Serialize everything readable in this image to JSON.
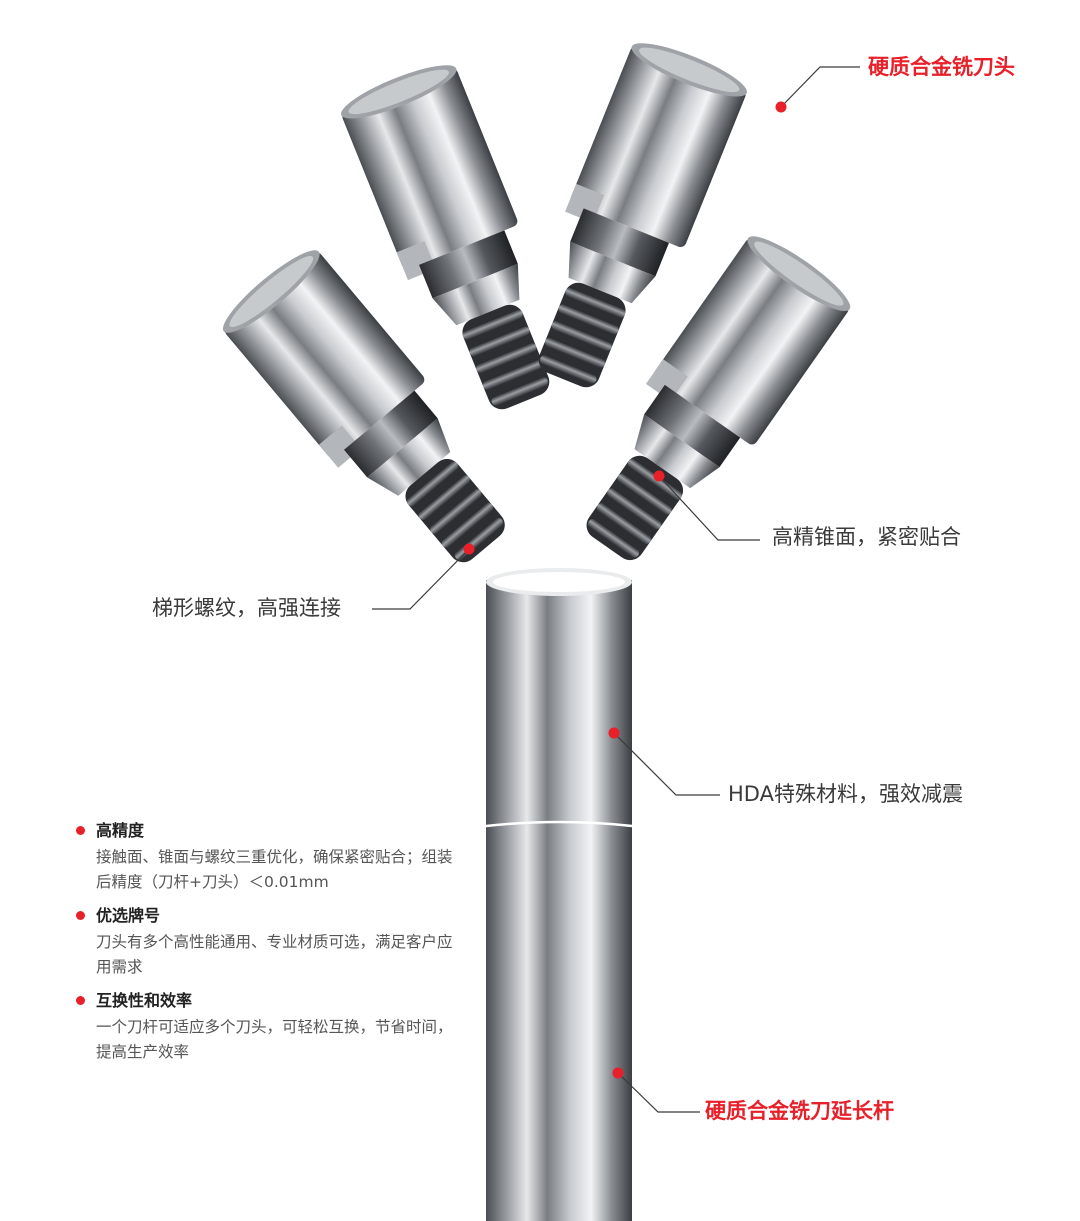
{
  "colors": {
    "accent": "#e8202a",
    "text": "#3a3a3a",
    "muted": "#555555"
  },
  "callouts": {
    "head": "硬质合金铣刀头",
    "cone": "高精锥面，紧密贴合",
    "thread": "梯形螺纹，高强连接",
    "material": "HDA特殊材料，强效减震",
    "shank": "硬质合金铣刀延长杆"
  },
  "features": [
    {
      "title": "高精度",
      "desc": "接触面、锥面与螺纹三重优化，确保紧密贴合；组装后精度（刀杆+刀头）＜0.01mm"
    },
    {
      "title": "优选牌号",
      "desc": "刀头有多个高性能通用、专业材质可选，满足客户应用需求"
    },
    {
      "title": "互换性和效率",
      "desc": "一个刀杆可适应多个刀头，可轻松互换，节省时间，提高生产效率"
    }
  ]
}
